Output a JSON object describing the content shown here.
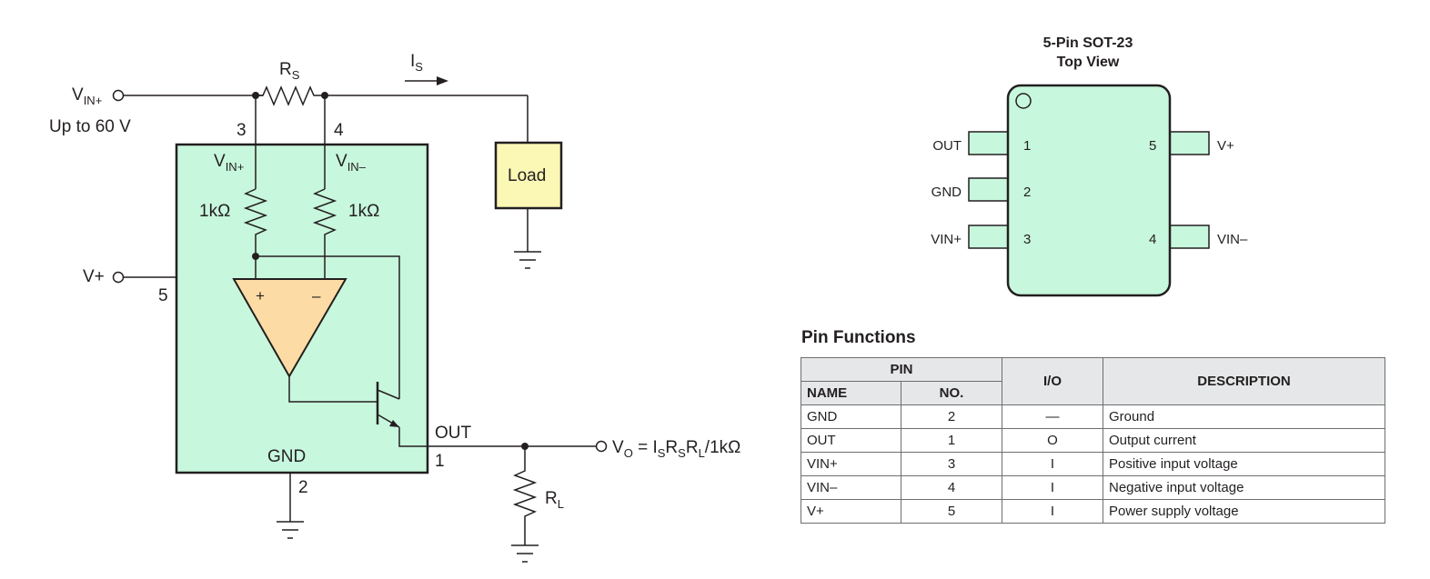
{
  "schematic": {
    "vin_plus_main": "V",
    "vin_plus_sub": "IN+",
    "supply_note": "Up to 60 V",
    "rs_main": "R",
    "rs_sub": "S",
    "is_main": "I",
    "is_sub": "S",
    "pin3": "3",
    "pin4": "4",
    "pin5": "5",
    "pin1": "1",
    "pin2": "2",
    "inner_vin_plus_main": "V",
    "inner_vin_plus_sub": "IN+",
    "inner_vin_minus_main": "V",
    "inner_vin_minus_sub": "IN–",
    "r1_label": "1kΩ",
    "r2_label": "1kΩ",
    "vplus_label": "V+",
    "opamp_plus": "+",
    "opamp_minus": "–",
    "out_label": "OUT",
    "gnd_label": "GND",
    "load_label": "Load",
    "rl_main": "R",
    "rl_sub": "L",
    "vo_eq": {
      "v": "V",
      "o": "O",
      "eq": " = I",
      "s1": "S",
      "r1": "R",
      "s2": "S",
      "r2": "R",
      "l": "L",
      "tail": "/1kΩ"
    },
    "colors": {
      "ic_body": "#c7f7dc",
      "opamp_fill": "#fddba4",
      "load_fill": "#fbf7b5",
      "wire": "#231f20"
    }
  },
  "package": {
    "title_line1": "5-Pin SOT-23",
    "title_line2": "Top View",
    "body_color": "#c7f7dc",
    "pins_left": [
      {
        "name": "OUT",
        "no": "1"
      },
      {
        "name": "GND",
        "no": "2"
      },
      {
        "name": "VIN+",
        "no": "3"
      }
    ],
    "pins_right": [
      {
        "name": "V+",
        "no": "5"
      },
      {
        "name": "VIN–",
        "no": "4"
      }
    ]
  },
  "pin_functions": {
    "heading": "Pin Functions",
    "header": {
      "pin": "PIN",
      "name": "NAME",
      "no": "NO.",
      "io": "I/O",
      "description": "DESCRIPTION"
    },
    "rows": [
      {
        "name": "GND",
        "no": "2",
        "io": "—",
        "description": "Ground"
      },
      {
        "name": "OUT",
        "no": "1",
        "io": "O",
        "description": "Output current"
      },
      {
        "name": "VIN+",
        "no": "3",
        "io": "I",
        "description": "Positive input voltage"
      },
      {
        "name": "VIN–",
        "no": "4",
        "io": "I",
        "description": "Negative input voltage"
      },
      {
        "name": "V+",
        "no": "5",
        "io": "I",
        "description": "Power supply voltage"
      }
    ]
  }
}
